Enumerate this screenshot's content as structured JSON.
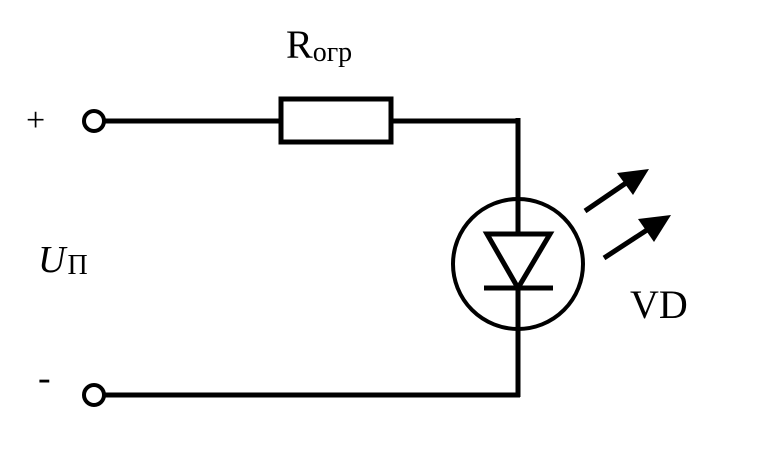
{
  "diagram": {
    "type": "circuit-schematic",
    "terminals": {
      "plus_label": "+",
      "minus_label": "-"
    },
    "source_voltage": {
      "symbol": "U",
      "subscript": "П"
    },
    "resistor": {
      "symbol": "R",
      "subscript": "огр"
    },
    "led": {
      "label": "VD"
    },
    "colors": {
      "stroke": "#000000",
      "background": "#ffffff"
    },
    "icons": [
      "terminal-circle-icon",
      "resistor-icon",
      "led-diode-icon",
      "light-emission-arrow-icon"
    ]
  }
}
